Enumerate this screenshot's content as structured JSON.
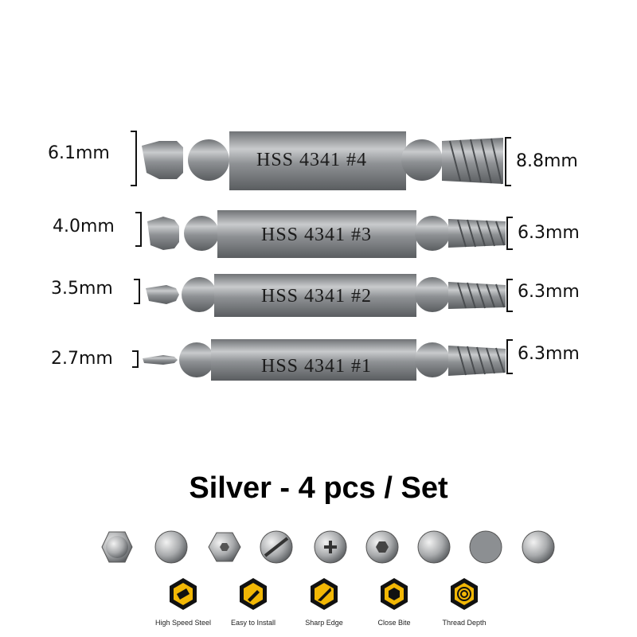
{
  "bits": [
    {
      "label": "HSS 4341 #4",
      "left_size": "6.1mm",
      "right_size": "8.8mm"
    },
    {
      "label": "HSS 4341 #3",
      "left_size": "4.0mm",
      "right_size": "6.3mm"
    },
    {
      "label": "HSS 4341 #2",
      "left_size": "3.5mm",
      "right_size": "6.3mm"
    },
    {
      "label": "HSS 4341 #1",
      "left_size": "2.7mm",
      "right_size": "6.3mm"
    }
  ],
  "set_title": "Silver - 4 pcs / Set",
  "screw_heads": [
    "hex-bolt-head-icon",
    "flat-head-icon",
    "hex-socket-head-icon",
    "slotted-head-icon",
    "phillips-head-icon",
    "hex-socket-head-2-icon",
    "round-head-icon",
    "dome-head-icon",
    "flat-round-head-icon"
  ],
  "features": [
    {
      "icon": "high-speed-steel-icon",
      "label": "High Speed Steel"
    },
    {
      "icon": "easy-install-icon",
      "label": "Easy to Install"
    },
    {
      "icon": "sharp-edge-icon",
      "label": "Sharp Edge"
    },
    {
      "icon": "close-bite-icon",
      "label": "Close Bite"
    },
    {
      "icon": "thread-depth-icon",
      "label": "Thread Depth"
    }
  ],
  "colors": {
    "icon_yellow": "#f2b705",
    "icon_black": "#111111",
    "bit_steel": "#9a9da0"
  }
}
